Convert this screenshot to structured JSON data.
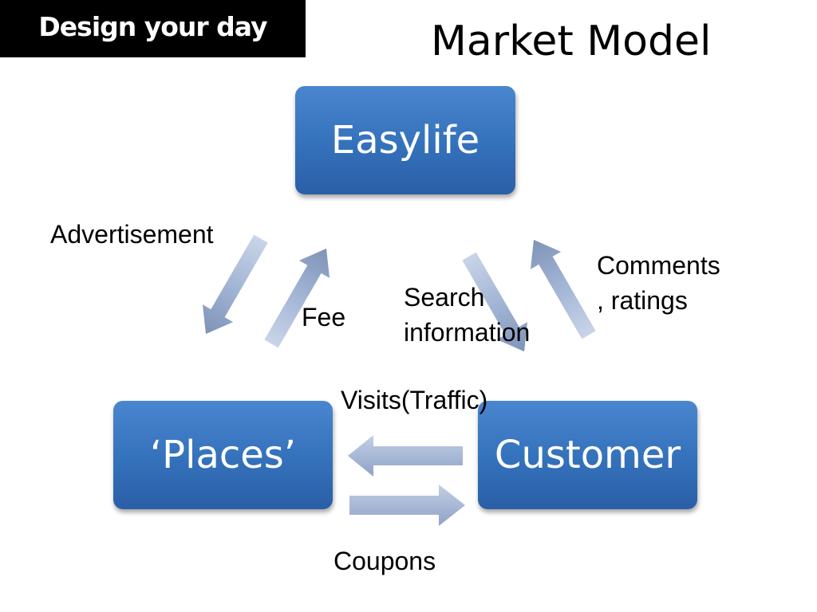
{
  "header": {
    "tagline": "Design your day",
    "title": "Market Model"
  },
  "nodes": {
    "easylife": "Easylife",
    "places": "‘Places’",
    "customer": "Customer"
  },
  "edges": {
    "advertisement": "Advertisement",
    "fee": "Fee",
    "search_information": [
      "Search",
      "information"
    ],
    "comments_ratings": [
      "Comments",
      ", ratings"
    ],
    "visits_traffic": "Visits(Traffic)",
    "coupons": "Coupons"
  },
  "colors": {
    "node_fill": "#3a78c4",
    "arrow_fill": "#a9b9d6",
    "tagline_bg": "#000000"
  }
}
